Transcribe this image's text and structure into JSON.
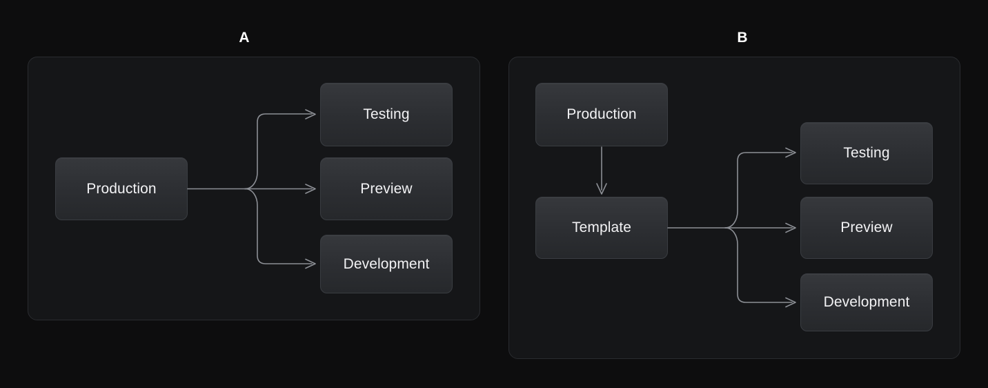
{
  "page": {
    "background_color": "#0d0d0e",
    "title": "Environment branching comparison"
  },
  "theme": {
    "panel_bg": "#151618",
    "panel_border": "#2a2c30",
    "node_bg_top": "#36383c",
    "node_bg_bottom": "#26282b",
    "node_border": "#3a3d42",
    "node_text": "#f2f2f4",
    "connector": "#8d9096",
    "label_text": "#ffffff"
  },
  "panels": [
    {
      "id": "panel-a",
      "label": "A",
      "nodes": {
        "source": {
          "id": "node-a-production",
          "label": "Production"
        },
        "targets": [
          {
            "id": "node-a-testing",
            "label": "Testing"
          },
          {
            "id": "node-a-preview",
            "label": "Preview"
          },
          {
            "id": "node-a-development",
            "label": "Development"
          }
        ]
      },
      "connectors": [
        {
          "id": "edge-a-production-testing",
          "from": "Production",
          "to": "Testing",
          "type": "branch-arrow"
        },
        {
          "id": "edge-a-production-preview",
          "from": "Production",
          "to": "Preview",
          "type": "branch-arrow"
        },
        {
          "id": "edge-a-production-development",
          "from": "Production",
          "to": "Development",
          "type": "branch-arrow"
        }
      ]
    },
    {
      "id": "panel-b",
      "label": "B",
      "nodes": {
        "source": {
          "id": "node-b-production",
          "label": "Production"
        },
        "intermediate": {
          "id": "node-b-template",
          "label": "Template"
        },
        "targets": [
          {
            "id": "node-b-testing",
            "label": "Testing"
          },
          {
            "id": "node-b-preview",
            "label": "Preview"
          },
          {
            "id": "node-b-development",
            "label": "Development"
          }
        ]
      },
      "connectors": [
        {
          "id": "edge-b-production-template",
          "from": "Production",
          "to": "Template",
          "type": "down-arrow"
        },
        {
          "id": "edge-b-template-testing",
          "from": "Template",
          "to": "Testing",
          "type": "branch-arrow"
        },
        {
          "id": "edge-b-template-preview",
          "from": "Template",
          "to": "Preview",
          "type": "branch-arrow"
        },
        {
          "id": "edge-b-template-development",
          "from": "Template",
          "to": "Development",
          "type": "branch-arrow"
        }
      ]
    }
  ]
}
